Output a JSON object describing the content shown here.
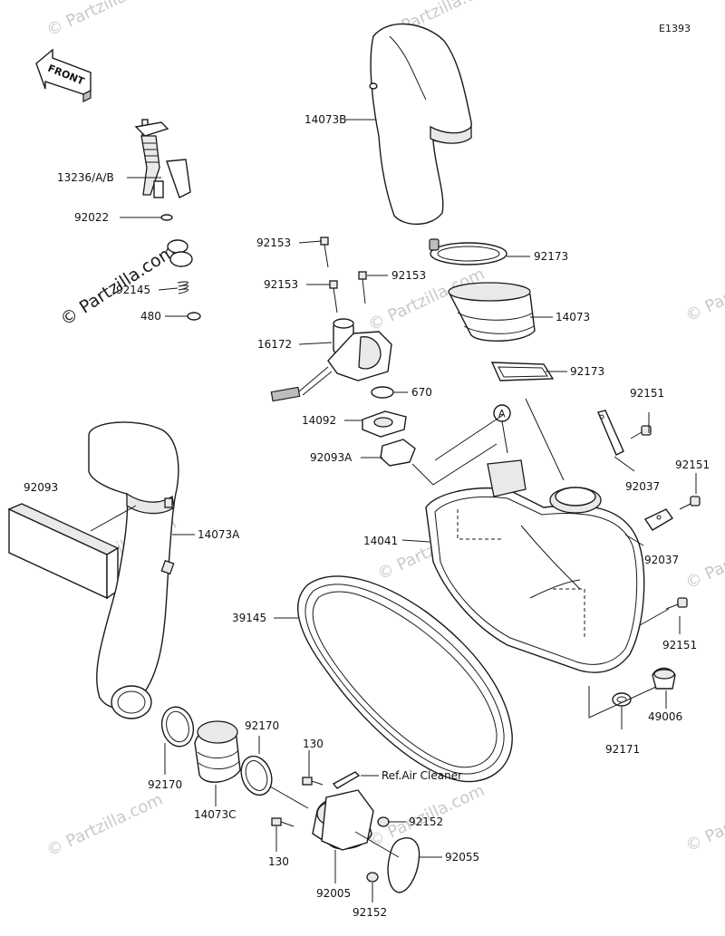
{
  "diagram": {
    "code": "E1393",
    "front_label": "FRONT",
    "watermark": "© Partzilla.com",
    "watermark_faint": "© Partzilla.com",
    "callout_a": "A",
    "ref_note": "Ref.Air Cleaner"
  },
  "parts": [
    {
      "number": "14073B"
    },
    {
      "number": "13236/A/B"
    },
    {
      "number": "92022"
    },
    {
      "number": "92145"
    },
    {
      "number": "480"
    },
    {
      "number": "92153"
    },
    {
      "number": "92153"
    },
    {
      "number": "92153"
    },
    {
      "number": "92173"
    },
    {
      "number": "16172"
    },
    {
      "number": "14073"
    },
    {
      "number": "670"
    },
    {
      "number": "92173"
    },
    {
      "number": "14092"
    },
    {
      "number": "92151"
    },
    {
      "number": "92093A"
    },
    {
      "number": "92037"
    },
    {
      "number": "92151"
    },
    {
      "number": "92093"
    },
    {
      "number": "14073A"
    },
    {
      "number": "14041"
    },
    {
      "number": "92037"
    },
    {
      "number": "39145"
    },
    {
      "number": "92151"
    },
    {
      "number": "49006"
    },
    {
      "number": "92171"
    },
    {
      "number": "92170"
    },
    {
      "number": "130"
    },
    {
      "number": "92170"
    },
    {
      "number": "14073C"
    },
    {
      "number": "92152"
    },
    {
      "number": "130"
    },
    {
      "number": "92055"
    },
    {
      "number": "92005"
    },
    {
      "number": "92152"
    }
  ]
}
